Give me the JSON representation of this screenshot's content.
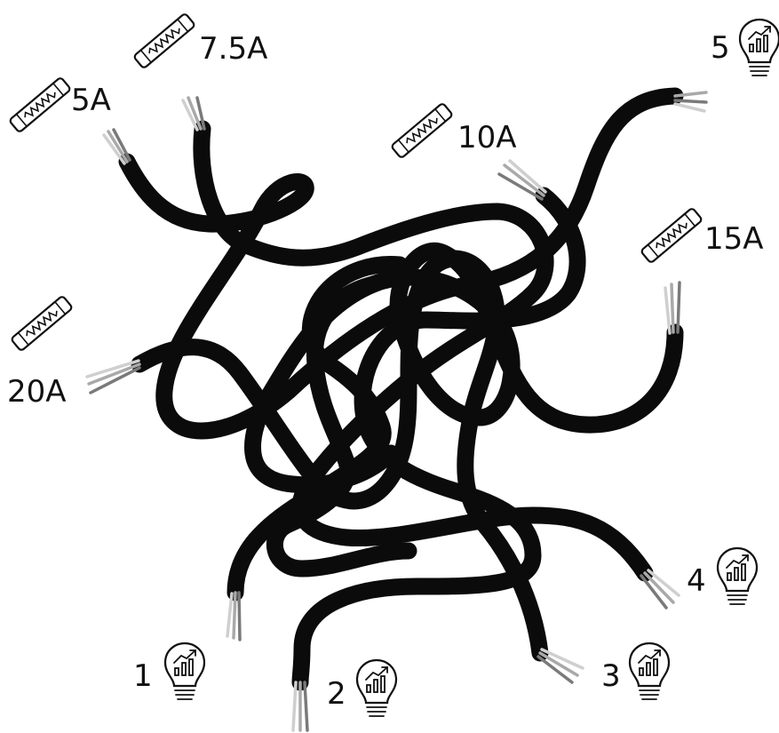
{
  "fuses": [
    {
      "id": "fuse-5a",
      "label": "5A"
    },
    {
      "id": "fuse-7-5a",
      "label": "7.5A"
    },
    {
      "id": "fuse-10a",
      "label": "10A"
    },
    {
      "id": "fuse-15a",
      "label": "15A"
    },
    {
      "id": "fuse-20a",
      "label": "20A"
    }
  ],
  "bulbs": [
    {
      "id": "bulb-1",
      "label": "1"
    },
    {
      "id": "bulb-2",
      "label": "2"
    },
    {
      "id": "bulb-3",
      "label": "3"
    },
    {
      "id": "bulb-4",
      "label": "4"
    },
    {
      "id": "bulb-5",
      "label": "5"
    }
  ],
  "icons": {
    "fuse": "fuse-icon",
    "bulb": "lightbulb-icon"
  },
  "colors": {
    "cable": "#0b0b0b",
    "wire_strands": [
      "#a9a9a9",
      "#7a7a7a",
      "#cfcfcf"
    ]
  }
}
